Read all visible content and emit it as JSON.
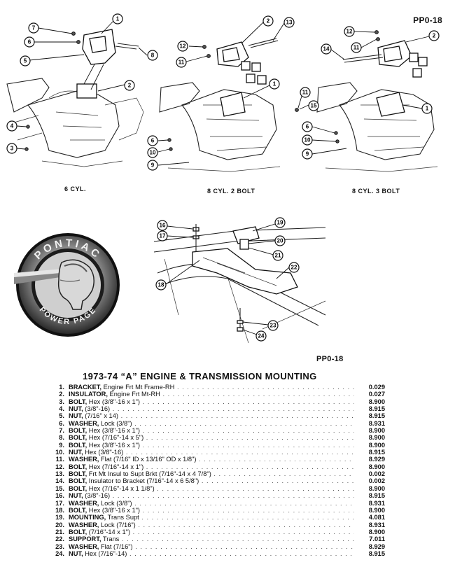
{
  "header": {
    "page_code": "PP0-18"
  },
  "diagrams": {
    "six_cyl": {
      "caption": "6 CYL.",
      "callouts": [
        "1",
        "7",
        "6",
        "5",
        "8",
        "2",
        "4",
        "3"
      ]
    },
    "eight_cyl_2bolt": {
      "caption": "8 CYL. 2 BOLT",
      "callouts": [
        "2",
        "13",
        "12",
        "11",
        "1",
        "6",
        "10",
        "9"
      ]
    },
    "eight_cyl_3bolt": {
      "caption": "8 CYL. 3 BOLT",
      "callouts": [
        "12",
        "11",
        "2",
        "14",
        "11",
        "15",
        "1",
        "6",
        "10",
        "9"
      ]
    },
    "transmission": {
      "callouts": [
        "16",
        "17",
        "18",
        "19",
        "20",
        "21",
        "22",
        "23",
        "24"
      ]
    }
  },
  "logo": {
    "top_text": "PONTIAC",
    "bottom_text": "POWER PAGE"
  },
  "mid_code": "PP0-18",
  "parts": {
    "title": "1973-74 “A” ENGINE & TRANSMISSION MOUNTING",
    "items": [
      {
        "num": "1.",
        "name": "BRACKET,",
        "spec": " Engine Frt Mt Frame-RH",
        "group": "0.029"
      },
      {
        "num": "2.",
        "name": "INSULATOR,",
        "spec": " Engine Frt Mt-RH",
        "group": "0.027"
      },
      {
        "num": "3.",
        "name": "BOLT,",
        "spec": " Hex (3/8\"-16 x 1\")",
        "group": "8.900"
      },
      {
        "num": "4.",
        "name": "NUT,",
        "spec": " (3/8\"-16)",
        "group": "8.915"
      },
      {
        "num": "5.",
        "name": "NUT,",
        "spec": " (7/16\" x 14)",
        "group": "8.915"
      },
      {
        "num": "6.",
        "name": "WASHER,",
        "spec": " Lock (3/8\")",
        "group": "8.931"
      },
      {
        "num": "7.",
        "name": "BOLT,",
        "spec": " Hex (3/8\"-16 x 1\")",
        "group": "8.900"
      },
      {
        "num": "8.",
        "name": "BOLT,",
        "spec": " Hex (7/16\"-14 x 5\")",
        "group": "8.900"
      },
      {
        "num": "9.",
        "name": "BOLT,",
        "spec": " Hex (3/8\"-16 x 1\")",
        "group": "8.900"
      },
      {
        "num": "10.",
        "name": "NUT,",
        "spec": " Hex (3/8\"-16)",
        "group": "8.915"
      },
      {
        "num": "11.",
        "name": "WASHER,",
        "spec": " Flat (7/16\" ID x 13/16\" OD x 1/8\")",
        "group": "8.929"
      },
      {
        "num": "12.",
        "name": "BOLT,",
        "spec": " Hex (7/16\"-14 x 1\")",
        "group": "8.900"
      },
      {
        "num": "13.",
        "name": "BOLT,",
        "spec": " Frt Mt Insul to Supt Brkt (7/16\"-14 x 4 7/8\")",
        "group": "0.002"
      },
      {
        "num": "14.",
        "name": "BOLT,",
        "spec": " Insulator to Bracket (7/16\"-14 x 6 5/8\")",
        "group": "0.002"
      },
      {
        "num": "15.",
        "name": "BOLT,",
        "spec": " Hex (7/16\"-14 x 1 1/8\")",
        "group": "8.900"
      },
      {
        "num": "16.",
        "name": "NUT,",
        "spec": " (3/8\"-16)",
        "group": "8.915"
      },
      {
        "num": "17.",
        "name": "WASHER,",
        "spec": " Lock (3/8\")",
        "group": "8.931"
      },
      {
        "num": "18.",
        "name": "BOLT,",
        "spec": " Hex (3/8\"-16 x 1\")",
        "group": "8.900"
      },
      {
        "num": "19.",
        "name": "MOUNTING,",
        "spec": " Trans Supt",
        "group": "4.081"
      },
      {
        "num": "20.",
        "name": "WASHER,",
        "spec": " Lock (7/16\")",
        "group": "8.931"
      },
      {
        "num": "21.",
        "name": "BOLT,",
        "spec": " (7/16\"-14 x 1\")",
        "group": "8.900"
      },
      {
        "num": "22.",
        "name": "SUPPORT,",
        "spec": " Trans",
        "group": "7.011"
      },
      {
        "num": "23.",
        "name": "WASHER,",
        "spec": " Flat (7/16\")",
        "group": "8.929"
      },
      {
        "num": "24.",
        "name": "NUT,",
        "spec": " Hex (7/16\"-14)",
        "group": "8.915"
      }
    ]
  }
}
